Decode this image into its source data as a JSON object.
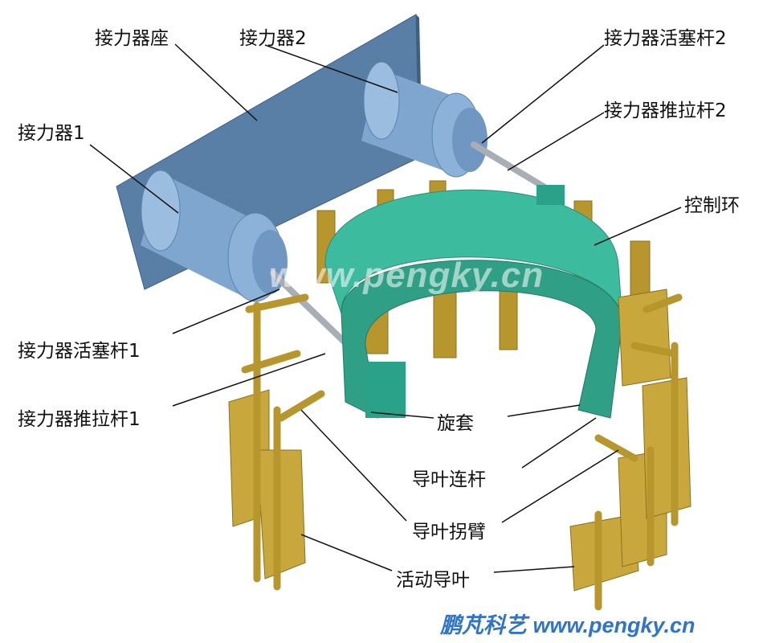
{
  "labels": {
    "servomotor_base": "接力器座",
    "servomotor_2": "接力器2",
    "piston_rod_2": "接力器活塞杆2",
    "push_pull_rod_2": "接力器推拉杆2",
    "servomotor_1": "接力器1",
    "control_ring": "控制环",
    "piston_rod_1": "接力器活塞杆1",
    "push_pull_rod_1": "接力器推拉杆1",
    "swivel_sleeve": "旋套",
    "guide_vane_link": "导叶连杆",
    "guide_vane_arm": "导叶拐臂",
    "movable_guide_vane": "活动导叶"
  },
  "watermark": "www.pengky.cn",
  "credit": "鹏芃科艺 www.pengky.cn",
  "colors": {
    "base": "#5a7fa6",
    "cylinder": "#86aed6",
    "ring": "#3dbb9f",
    "vane": "#c8a83c",
    "rod": "#b9bcc2",
    "credit": "#2f74c8"
  }
}
